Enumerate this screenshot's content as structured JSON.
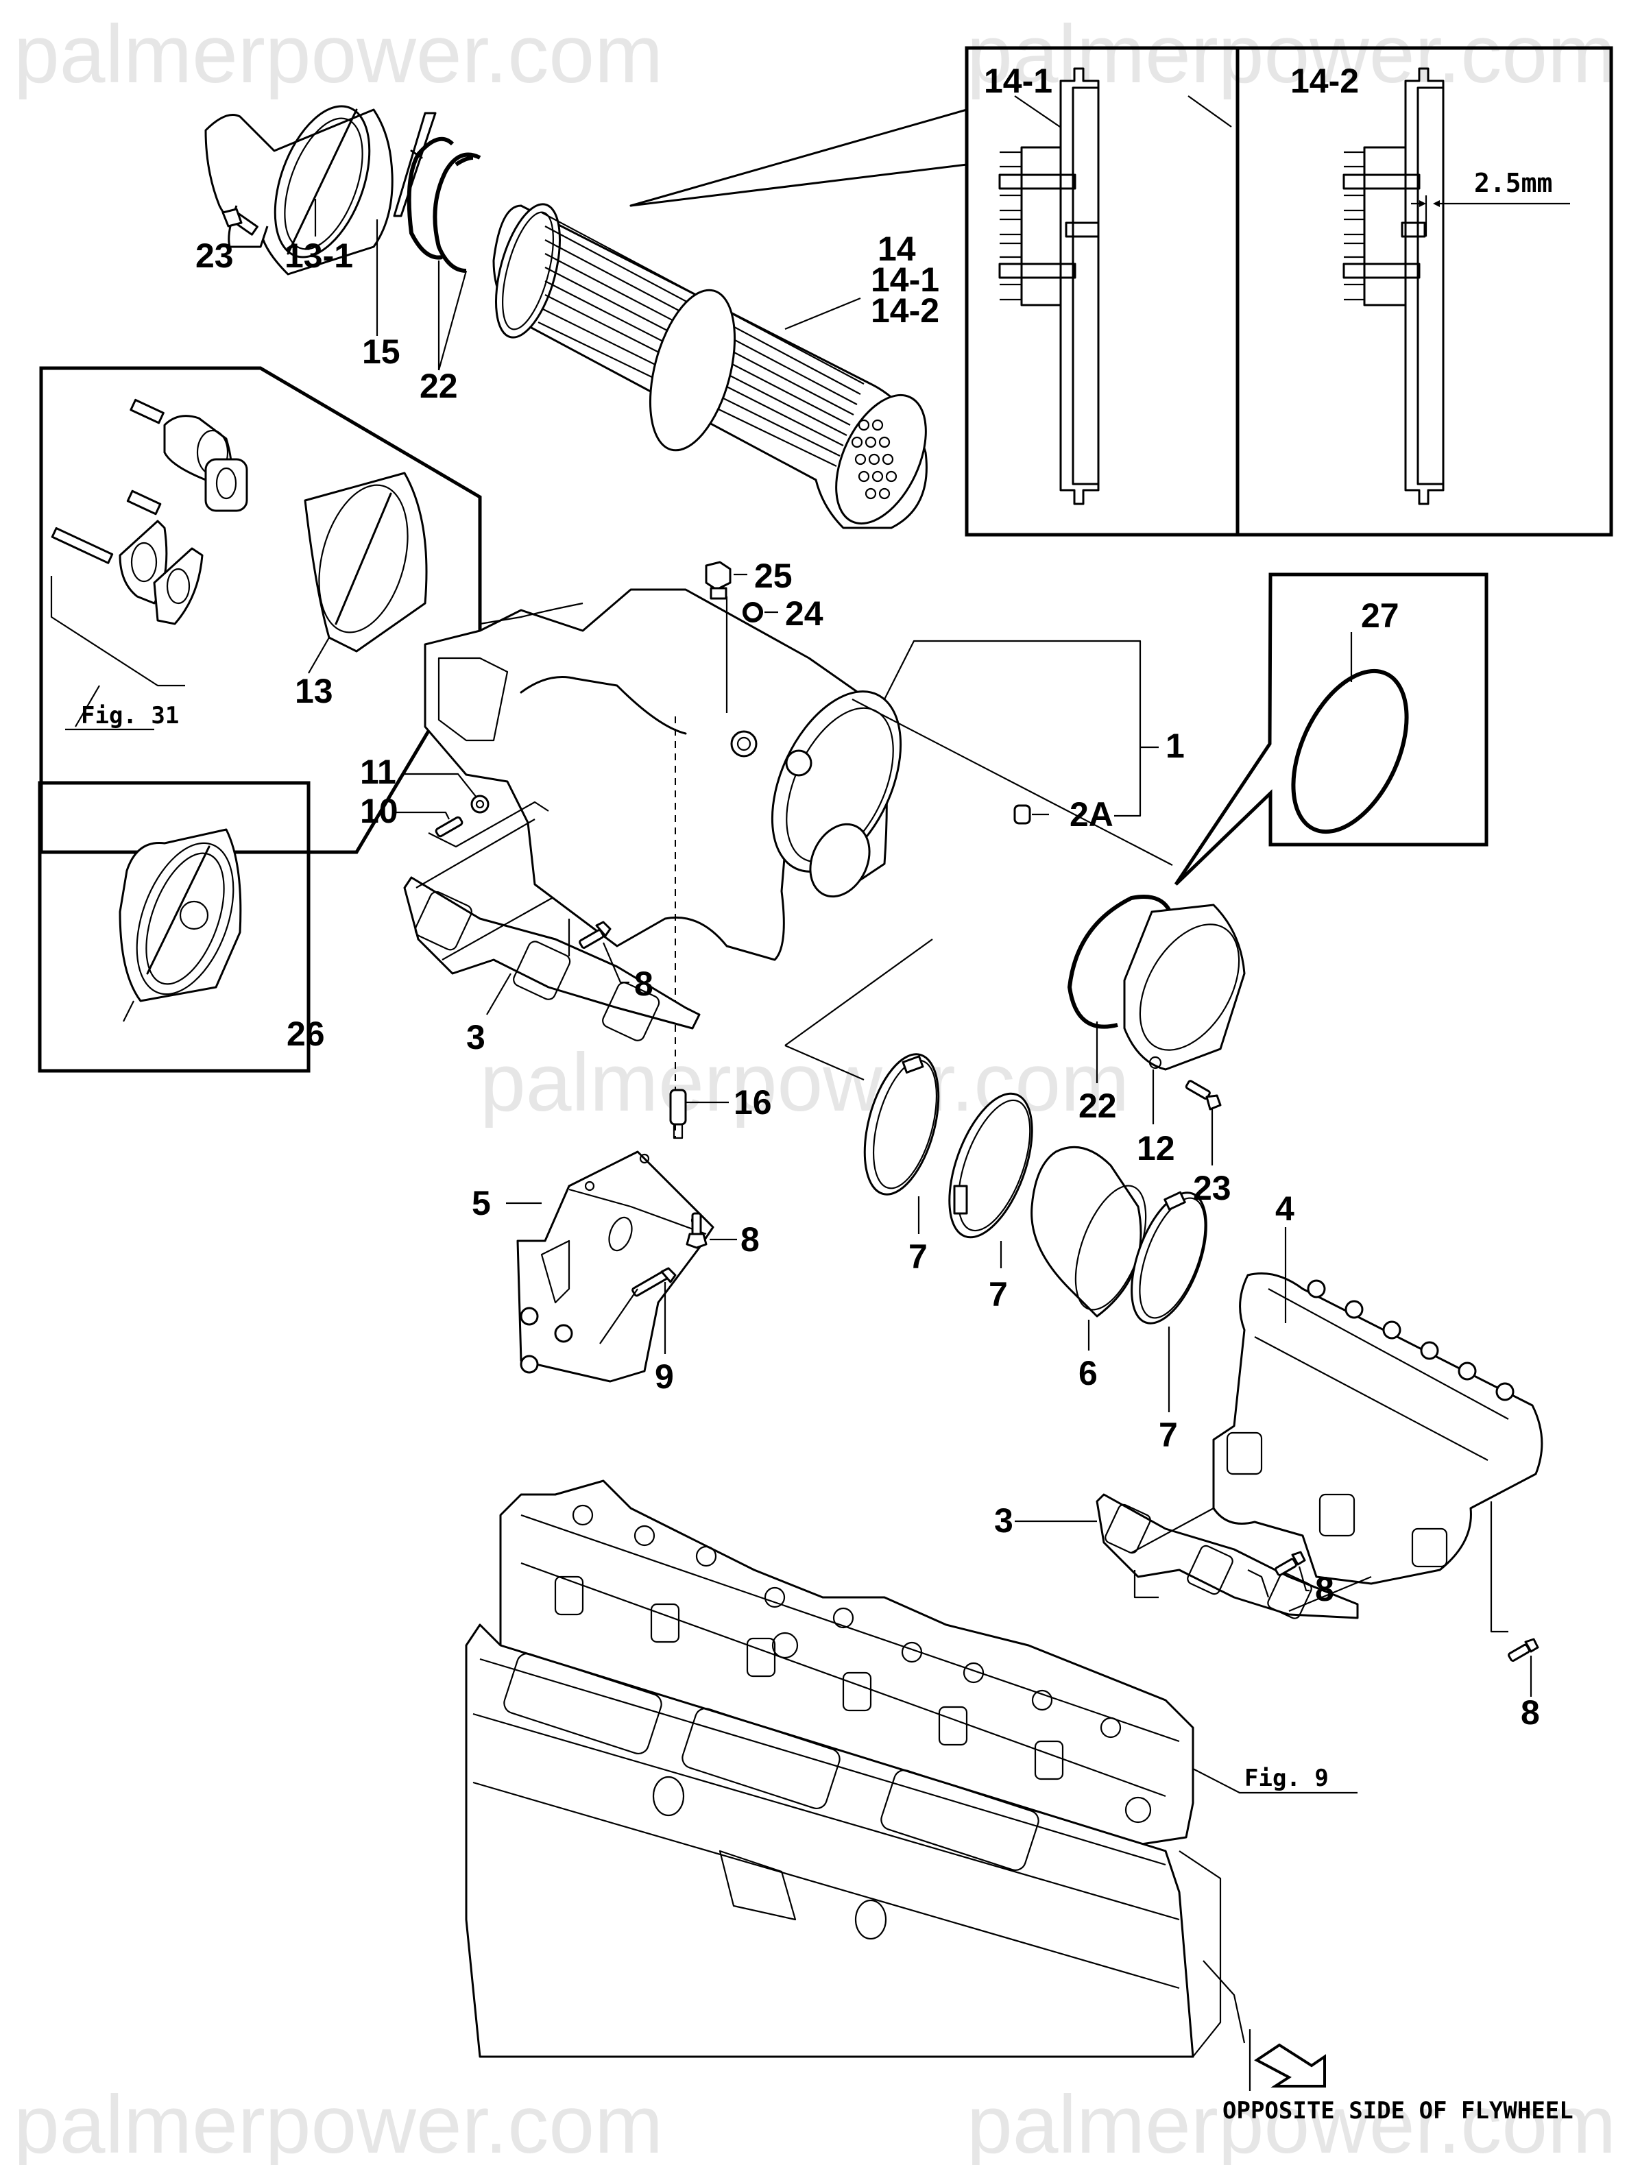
{
  "watermark": {
    "text": "palmerpower.com"
  },
  "detail_views": {
    "left_title": "14-1",
    "right_title": "14-2",
    "dimension": "2.5mm"
  },
  "callouts": {
    "p1": "1",
    "p2A": "2A",
    "p3a": "3",
    "p3b": "3",
    "p4": "4",
    "p5": "5",
    "p6": "6",
    "p7a": "7",
    "p7b": "7",
    "p7c": "7",
    "p8a": "8",
    "p8b": "8",
    "p8c": "8",
    "p8d": "8",
    "p9": "9",
    "p10": "10",
    "p11": "11",
    "p12": "12",
    "p13": "13",
    "p13_1": "13-1",
    "p14": "14",
    "p14_1": "14-1",
    "p14_2": "14-2",
    "p15": "15",
    "p16": "16",
    "p22a": "22",
    "p22b": "22",
    "p23a": "23",
    "p23b": "23",
    "p24": "24",
    "p25": "25",
    "p26": "26",
    "p27": "27"
  },
  "figure_refs": {
    "fig31": "Fig. 31",
    "fig9": "Fig. 9"
  },
  "orientation_note": "OPPOSITE SIDE OF FLYWHEEL"
}
